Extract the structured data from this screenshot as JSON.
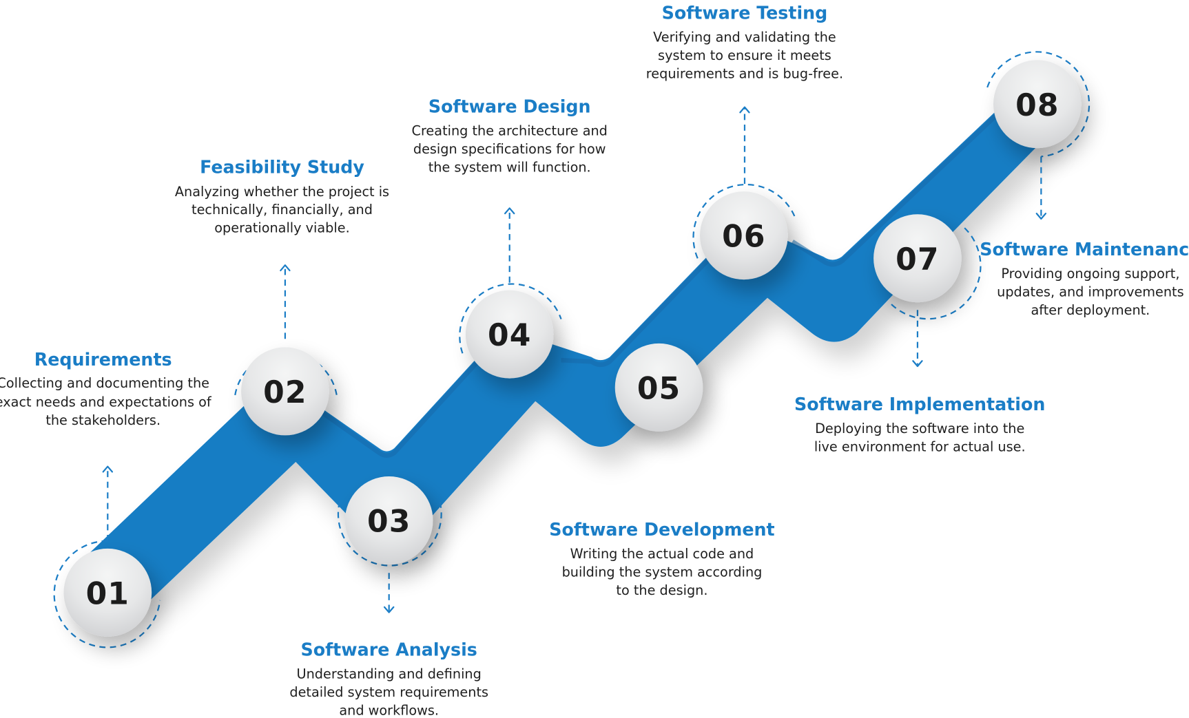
{
  "diagram": {
    "type": "process-timeline",
    "accent_color": "#1a7dc6",
    "ribbon_color": "#167dc4",
    "number_color": "#1c1c1c",
    "steps": [
      {
        "number": "01",
        "title": "Requirements",
        "description": [
          "Collecting and documenting the",
          "exact needs and expectations of",
          "the stakeholders."
        ],
        "label_position": "above"
      },
      {
        "number": "02",
        "title": "Feasibility Study",
        "description": [
          "Analyzing whether the project is",
          "technically, financially, and",
          "operationally viable."
        ],
        "label_position": "above"
      },
      {
        "number": "03",
        "title": "Software Analysis",
        "description": [
          "Understanding and defining",
          "detailed system requirements",
          "and workflows."
        ],
        "label_position": "below"
      },
      {
        "number": "04",
        "title": "Software Design",
        "description": [
          "Creating the architecture and",
          "design specifications for how",
          "the system will function."
        ],
        "label_position": "above"
      },
      {
        "number": "05",
        "title": "Software Development",
        "description": [
          "Writing the actual code and",
          "building the system according",
          "to the design."
        ],
        "label_position": "below"
      },
      {
        "number": "06",
        "title": "Software Testing",
        "description": [
          "Verifying and validating the",
          "system to ensure it meets",
          "requirements and is bug-free."
        ],
        "label_position": "above"
      },
      {
        "number": "07",
        "title": "Software Implementation",
        "description": [
          "Deploying the software into the",
          "live environment for actual use."
        ],
        "label_position": "below"
      },
      {
        "number": "08",
        "title": "Software Maintenance",
        "description": [
          "Providing ongoing support,",
          "updates, and improvements",
          "after deployment."
        ],
        "label_position": "below"
      }
    ]
  }
}
